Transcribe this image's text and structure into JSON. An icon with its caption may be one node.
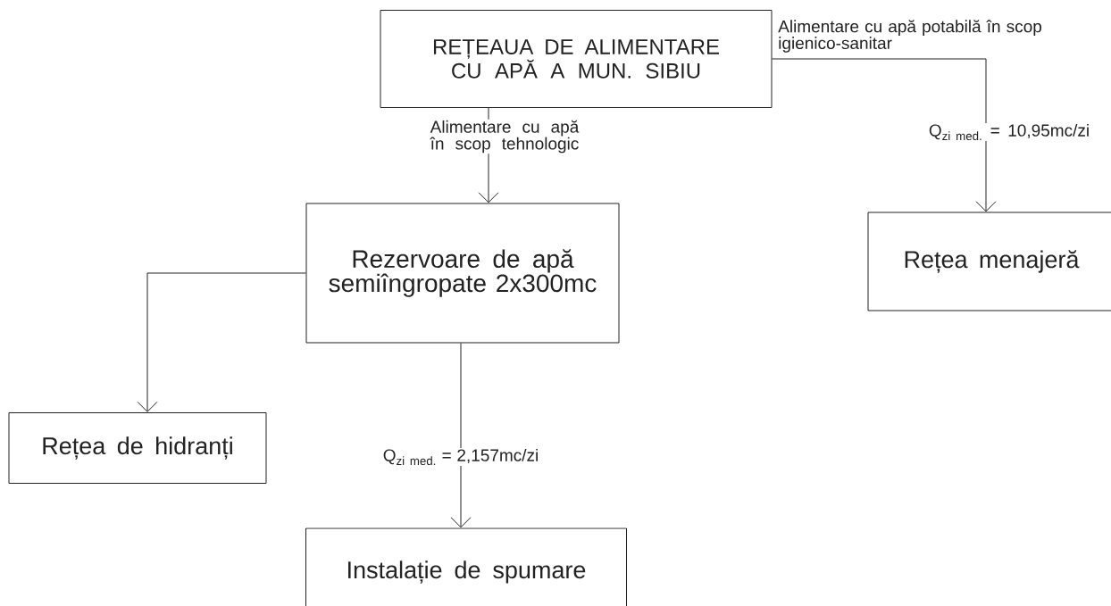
{
  "diagram": {
    "nodes": [
      {
        "text": [
          "REȚEAUA DE ALIMENTARE CU APĂ A MUN. SIBIU"
        ]
      },
      {
        "text": [
          "Rezervoare de apă semiîngropate 2x300mc"
        ]
      },
      {
        "text": [
          "Rețea menajeră"
        ]
      },
      {
        "text": [
          "Rețea de hidranți"
        ]
      },
      {
        "text": [
          "Instalație de spumare"
        ]
      }
    ],
    "edges": [
      {
        "from": 0,
        "to": 1,
        "arrow": "to",
        "label": "Alimentare cu apă în scop tehnologic"
      },
      {
        "from": 0,
        "to": 2,
        "arrow": "to",
        "label": "Alimentare cu apă potabilă în scop igienico-sanitar"
      },
      {
        "from": 1,
        "to": 3,
        "arrow": "to"
      },
      {
        "from": 1,
        "to": 4,
        "arrow": "to",
        "label": "\\text{Q}_{\\text{zi med.}}\\text{ = 2,157mc/zi}"
      }
    ],
    "labels": [
      "\\text{Q}_{\\text{zi med.}}\\text{ = 10,95mc/zi}"
    ]
  }
}
